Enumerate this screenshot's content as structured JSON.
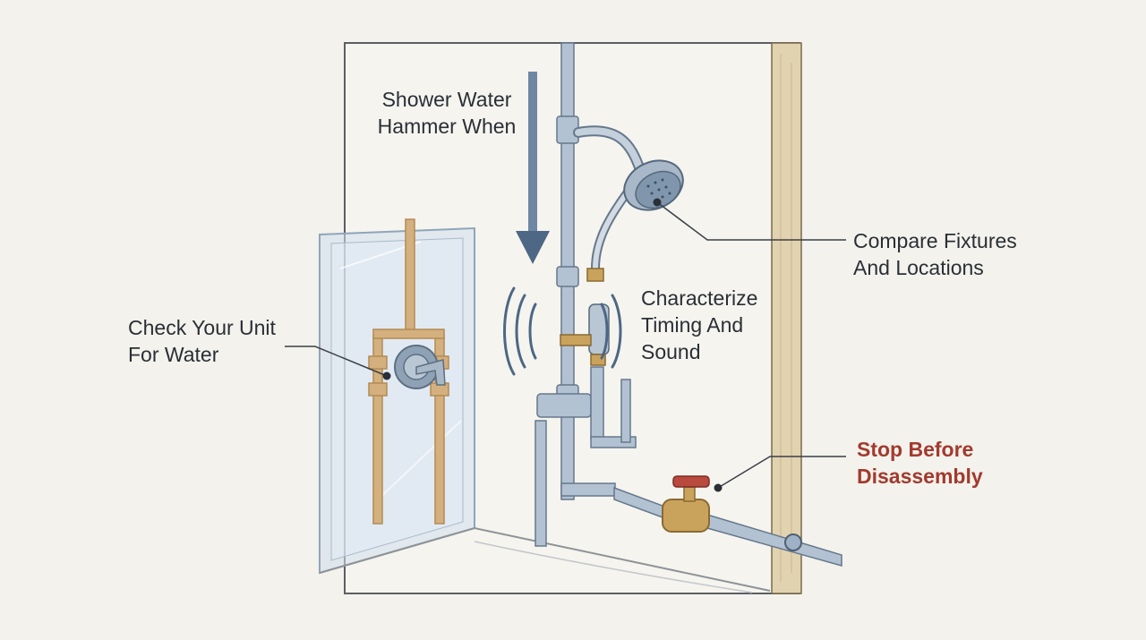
{
  "labels": {
    "hammer": {
      "line1": "Shower Water",
      "line2": "Hammer When"
    },
    "fixtures": {
      "line1": "Compare Fixtures",
      "line2": "And Locations"
    },
    "timing": {
      "line1": "Characterize",
      "line2": "Timing And",
      "line3": "Sound"
    },
    "unit": {
      "line1": "Check Your Unit",
      "line2": "For Water"
    },
    "stop": {
      "line1": "Stop Before",
      "line2": "Disassembly"
    }
  },
  "colors": {
    "background": "#f3f2ec",
    "pipe": "#9fb1c6",
    "copper": "#c8a571",
    "brass": "#c9a35c",
    "valve_handle": "#b94a3e",
    "warning_text": "#a23a2e",
    "arrow": "#4d6784",
    "glass": "#c9dbea",
    "wood": "#e2d3b0"
  },
  "icons": {
    "flow_arrow": "down-arrow-icon",
    "vibration": "sound-wave-icon",
    "shutoff": "valve-handle-icon"
  }
}
